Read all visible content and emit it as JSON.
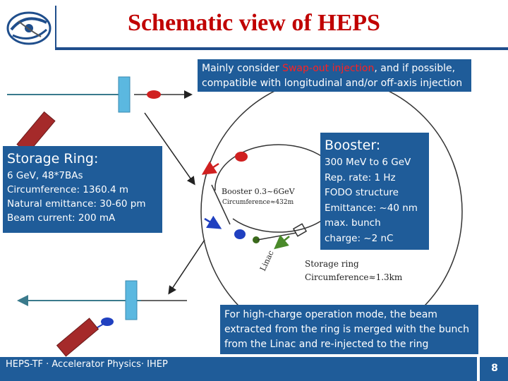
{
  "title": "Schematic view of HEPS",
  "injection_note": {
    "prefix": "Mainly consider ",
    "highlight": "Swap-out injection",
    "suffix": ", and if possible, compatible with longitudinal and/or off-axis injection"
  },
  "storage_ring": {
    "heading": "Storage Ring:",
    "lines": [
      "6 GeV, 48*7BAs",
      "Circumference: 1360.4 m",
      "Natural emittance: 30-60 pm",
      "Beam current: 200 mA"
    ]
  },
  "booster": {
    "heading": "Booster:",
    "lines": [
      "300 MeV to 6 GeV",
      "Rep. rate: 1 Hz",
      "FODO structure",
      "Emittance: ~40 nm",
      "max. bunch",
      "charge: ~2 nC"
    ]
  },
  "high_charge_note": "For high-charge operation mode, the beam extracted from the ring is merged with the bunch from the Linac and re-injected to the ring",
  "diagram_labels": {
    "booster_label": "Booster 0.3~6GeV",
    "booster_circ": "Circumference≈432m",
    "linac": "Linac",
    "ring_label": "Storage ring",
    "ring_circ": "Circumference≈1.3km"
  },
  "footer": {
    "text": "HEPS-TF · Accelerator Physics· IHEP",
    "page_number": "8"
  },
  "colors": {
    "title": "#c00000",
    "box_bg": "#1f5c99",
    "highlight": "#ff2020",
    "kicker": "#a52a2a",
    "septum": "#5bb8e0"
  }
}
